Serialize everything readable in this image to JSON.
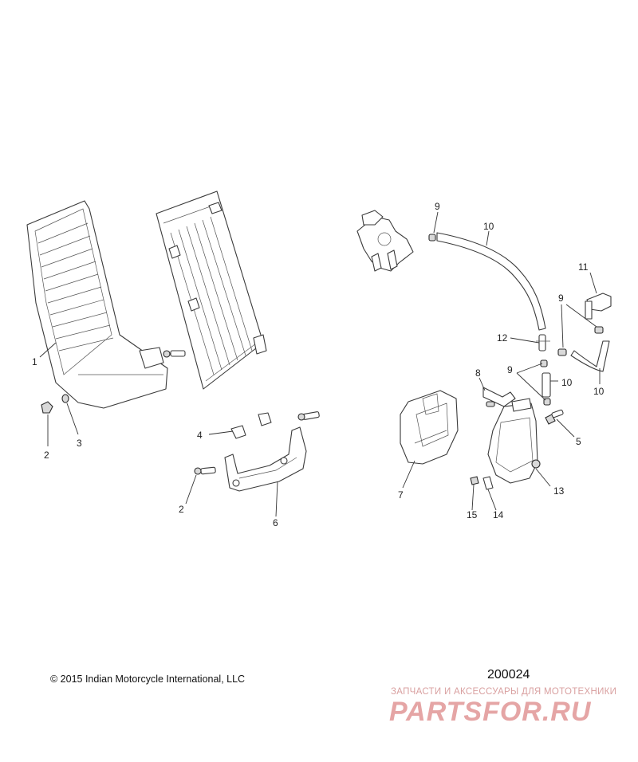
{
  "callouts": [
    {
      "id": "c1",
      "text": "1"
    },
    {
      "id": "c2a",
      "text": "2"
    },
    {
      "id": "c3",
      "text": "3"
    },
    {
      "id": "c4",
      "text": "4"
    },
    {
      "id": "c2b",
      "text": "2"
    },
    {
      "id": "c6",
      "text": "6"
    },
    {
      "id": "c9a",
      "text": "9"
    },
    {
      "id": "c10a",
      "text": "10"
    },
    {
      "id": "c11",
      "text": "11"
    },
    {
      "id": "c9b",
      "text": "9"
    },
    {
      "id": "c12",
      "text": "12"
    },
    {
      "id": "c9c",
      "text": "9"
    },
    {
      "id": "c10b",
      "text": "10"
    },
    {
      "id": "c10c",
      "text": "10"
    },
    {
      "id": "c8",
      "text": "8"
    },
    {
      "id": "c5",
      "text": "5"
    },
    {
      "id": "c7",
      "text": "7"
    },
    {
      "id": "c13",
      "text": "13"
    },
    {
      "id": "c15",
      "text": "15"
    },
    {
      "id": "c14",
      "text": "14"
    }
  ],
  "copyright": "© 2015 Indian Motorcycle International, LLC",
  "diagram_id": "200024",
  "watermark": {
    "subtitle": "ЗАПЧАСТИ И АКСЕССУАРЫ ДЛЯ МОТОТЕХНИКИ",
    "brand": "PARTSFOR.RU"
  }
}
